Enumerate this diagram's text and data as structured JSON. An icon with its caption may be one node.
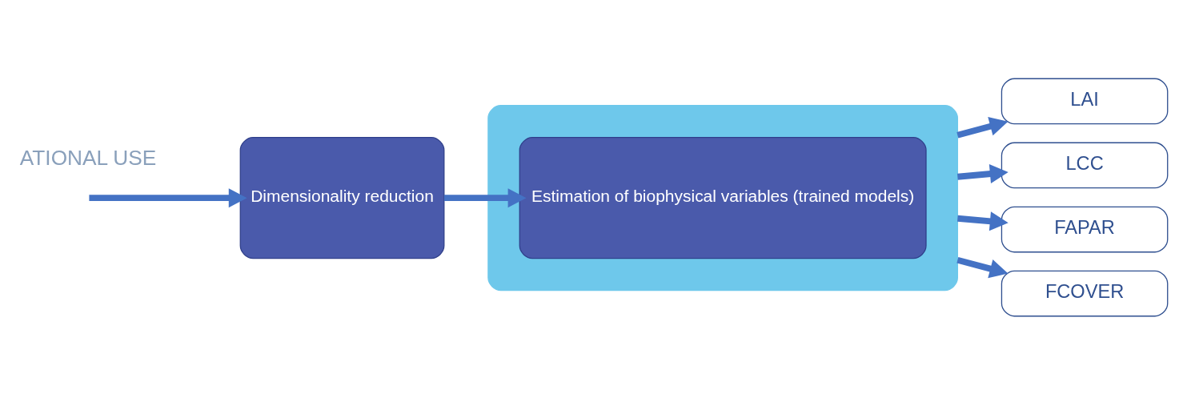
{
  "diagram": {
    "nodes": [
      {
        "text": [
          "Dimensionality reduction"
        ]
      },
      {
        "text": [],
        "shape": "box"
      },
      {
        "text": [
          "Estimation of biophysical variables (trained models)"
        ],
        "in": 1
      },
      {
        "text": [
          "LAI"
        ]
      },
      {
        "text": [
          "LCC"
        ]
      },
      {
        "text": [
          "FAPAR"
        ]
      },
      {
        "text": [
          "FCOVER"
        ]
      }
    ],
    "edges": [
      {
        "from": null,
        "to": 0,
        "arrow": "to"
      },
      {
        "from": 0,
        "to": 2,
        "arrow": "to"
      },
      {
        "from": 1,
        "to": 3,
        "arrow": "to"
      },
      {
        "from": 1,
        "to": 4,
        "arrow": "to"
      },
      {
        "from": 1,
        "to": 5,
        "arrow": "to"
      },
      {
        "from": 1,
        "to": 6,
        "arrow": "to"
      }
    ],
    "labels": [
      "ATIONAL USE"
    ]
  }
}
